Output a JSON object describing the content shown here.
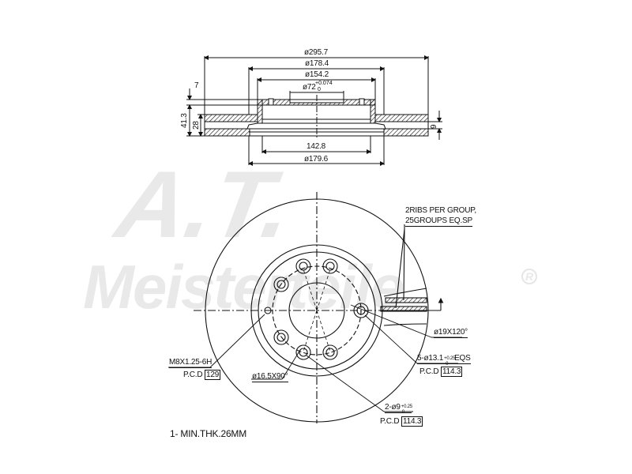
{
  "watermark": {
    "line1": "A.T.",
    "line2": "Meisterteile",
    "registered": "R",
    "color": "#e6e6e6"
  },
  "section_view": {
    "dims": {
      "outer_diameter": "ø295.7",
      "hat_outer_diameter": "ø178.4",
      "hat_inner_diameter": "ø154.2",
      "center_bore": "ø72",
      "center_bore_tol_upper": "+0.074",
      "center_bore_tol_lower": "0",
      "hat_offset": "7",
      "total_height": "41.3",
      "disc_thickness": "28",
      "vent_gap": "9",
      "inner_face_width": "142.8",
      "inner_flange_diameter": "ø179.6"
    }
  },
  "face_view": {
    "ribs_note_line1": "2RIBS PER GROUP,",
    "ribs_note_line2": "25GROUPS EQ.SP",
    "chamfer_note": "ø19X120°",
    "bolt_holes": "5-ø13.1",
    "bolt_holes_tol_upper": "+0.25",
    "bolt_holes_tol_lower": "0",
    "bolt_holes_suffix": "EQS",
    "bolt_pcd_label": "P.C.D",
    "bolt_pcd_value": "114.3",
    "thread_note": "M8X1.25-6H",
    "thread_pcd_label": "P.C.D",
    "thread_pcd_value": "129",
    "countersink_note": "ø16.5X90°",
    "pin_holes": "2-ø9",
    "pin_holes_tol_upper": "+0.25",
    "pin_holes_tol_lower": "0",
    "pin_pcd_label": "P.C.D",
    "pin_pcd_value": "114.3"
  },
  "notes": {
    "min_thickness": "1- MIN.THK.26MM"
  }
}
